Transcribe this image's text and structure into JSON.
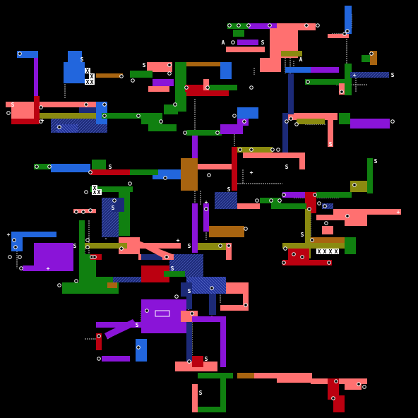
{
  "map": {
    "title": "",
    "palette": {
      "background": "#000000",
      "salmon": "#ff7070",
      "green": "#108010",
      "blue": "#2266dd",
      "purple": "#8a14d8",
      "red": "#bb0010",
      "olive": "#8a8a10",
      "brown": "#a86410",
      "navy": "#1c2a78",
      "wire": "#c8c8c8",
      "marker": "#ffffff"
    },
    "legend_symbols": {
      "save": "S",
      "item": "+",
      "hub": "X",
      "door": "o",
      "ability": "A"
    },
    "room_kinds": [
      "salmon",
      "green",
      "blue",
      "purple",
      "red",
      "olive",
      "brown",
      "navy"
    ]
  }
}
